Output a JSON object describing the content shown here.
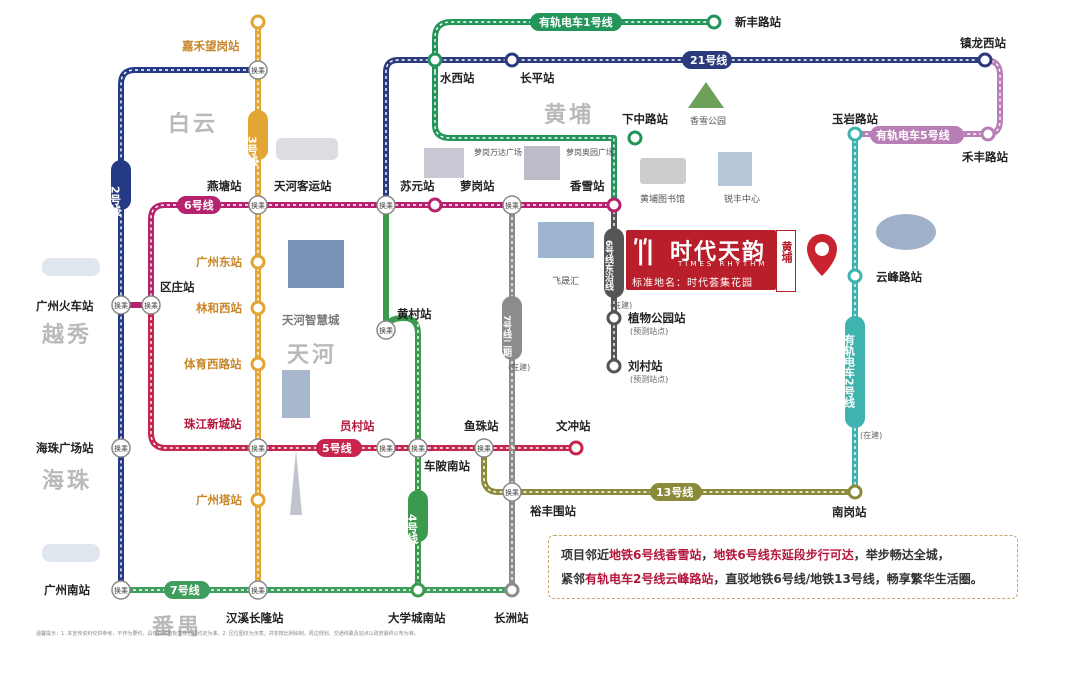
{
  "districts": {
    "baiyun": "白云",
    "huangpu": "黄埔",
    "tianhe": "天河",
    "yuexiu": "越秀",
    "haizhu": "海珠",
    "panyu": "番禺"
  },
  "lines": {
    "tram1": "有轨电车1号线",
    "l21": "21号线",
    "tram5": "有轨电车5号线",
    "l6": "6号线",
    "l5": "5号线",
    "l13": "13号线",
    "l7": "7号线",
    "l2": "2号线",
    "l3": "3号线",
    "l4": "4号线",
    "l7b": "7号线二期",
    "l6ext": "6号线东沿线",
    "tram2": "有轨电车2号线",
    "l6ext_note": "(在建)",
    "l7b_note": "(在建)",
    "tram2_note": "(在建)",
    "tram5_note": "(在建)"
  },
  "stations": {
    "xinfenglu": "新丰路站",
    "shuixi": "水西站",
    "changping": "长平站",
    "zhenlongxi": "镇龙西站",
    "jiahewanggang": "嘉禾望岗站",
    "xiazhonglu": "下中路站",
    "yuyanlu": "玉岩路站",
    "hefenglu": "禾丰路站",
    "yantang": "燕塘站",
    "tianhekeyun": "天河客运站",
    "suyuan": "苏元站",
    "luogang": "萝岗站",
    "xiangxue": "香雪站",
    "guangzhoudong": "广州东站",
    "linhexi": "林和西站",
    "tiyuxilu": "体育西路站",
    "zhujiangxincheng": "珠江新城站",
    "guangzhouta": "广州塔站",
    "qiuzhuang": "区庄站",
    "guangzhouhuoche": "广州火车站",
    "haizhuguangchang": "海珠广场站",
    "guangzhounan": "广州南站",
    "yuancun": "员村站",
    "huangcun": "黄村站",
    "yuzhu": "鱼珠站",
    "wenchong": "文冲站",
    "chebeinan": "车陂南站",
    "yufengwei": "裕丰围站",
    "nangang": "南岗站",
    "yunfenglu": "云峰路站",
    "zhiwugongyuan": "植物公园站",
    "zhiwugongyuan_note": "(预测站点)",
    "liucun": "刘村站",
    "liucun_note": "(预测站点)",
    "hanxichanglong": "汉溪长隆站",
    "daxuechengnan": "大学城南站",
    "changzhou": "长洲站"
  },
  "landmarks": {
    "xiangxuegongyuan": "香雪公园",
    "luogangwanda": "萝岗万达广场",
    "luogangaoyuan": "萝岗奥园广场",
    "huangputushuguan": "黄埔图书馆",
    "ruifeng": "锐丰中心",
    "feiyuehui": "飞晟汇",
    "tianhezhihuicheng": "天河智慧城"
  },
  "transfer_label": "换乘",
  "brand": {
    "logo": "ʹ|ʹ|",
    "name": "时代天韵",
    "en": "TIMES RHYTHM",
    "subtitle": "标准地名：时代荟集花园",
    "district": "黄埔"
  },
  "info": {
    "l1_a": "项目邻近",
    "l1_b": "地铁6号线香雪站",
    "l1_c": "，",
    "l1_d": "地铁6号线东延段",
    "l1_e": "步行可达",
    "l1_f": "，举步畅达全城，",
    "l2_a": "紧邻",
    "l2_b": "有轨电车2号线云峰路站",
    "l2_c": "，直驳地铁6号线/地铁13号线，畅享繁华生活圈。"
  },
  "colors": {
    "tram1": "#23955a",
    "l21": "#2b3a7d",
    "tram5": "#b87fb6",
    "l6": "#b5236f",
    "l5": "#c7254e",
    "l13": "#8b8a3a",
    "l7": "#3f9d5d",
    "l2": "#253a85",
    "l3": "#e3a533",
    "l4": "#3c9a4f",
    "l7b": "#8c8c8c",
    "l6ext": "#555",
    "tram2": "#3fb3ae",
    "brand": "#b81f2b"
  },
  "disclaimer": "温馨提示：1. 本宣传资料仅供参考，不作为要约，具体以政府批复及合同约定为准。2. 区位图仅为示意，并非按比例绘制，周边规划、交通线路及站点以政府最终公布为准。"
}
